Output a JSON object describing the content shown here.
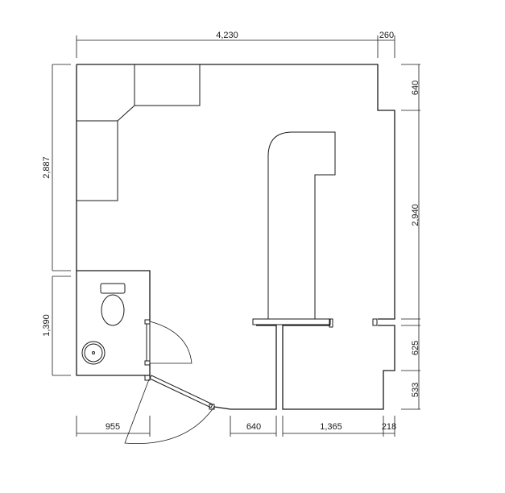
{
  "dimensions": {
    "top_width": "4,230",
    "top_right": "260",
    "left_upper": "2,887",
    "left_lower": "1,390",
    "right_top": "640",
    "right_middle": "2,940",
    "right_lower": "625",
    "right_bottom": "533",
    "bottom_left": "955",
    "bottom_mid": "640",
    "bottom_right": "1,365",
    "bottom_far_right": "218"
  }
}
